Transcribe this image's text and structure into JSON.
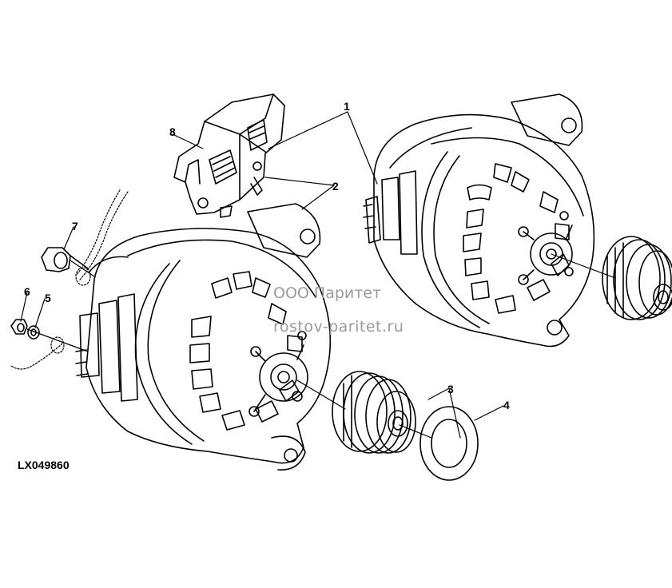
{
  "figure_id": "LX049860",
  "watermark": {
    "line1": "ООО Паритет",
    "line2": "rostov-paritet.ru"
  },
  "callouts": {
    "c1": "1",
    "c2": "2",
    "c3": "3",
    "c4": "4",
    "c5": "5",
    "c6": "6",
    "c7": "7",
    "c8": "8"
  }
}
